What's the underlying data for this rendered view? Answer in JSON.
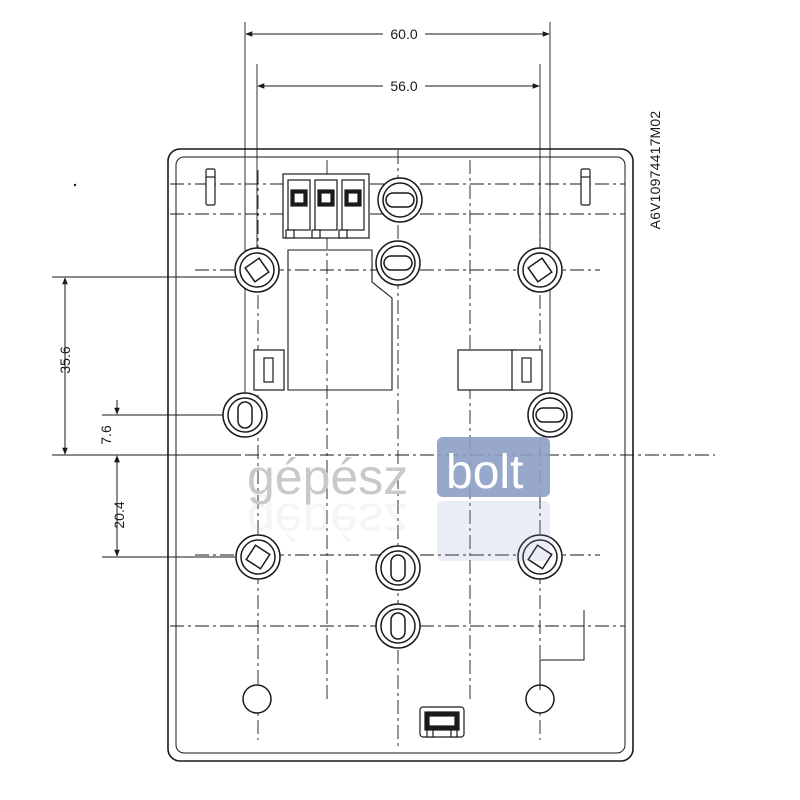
{
  "dimensions": {
    "top_outer": "60.0",
    "top_inner": "56.0",
    "left_upper": "35.6",
    "left_small": "7.6",
    "left_lower": "20.4"
  },
  "drawing_code": "A6V10974417M02",
  "watermark": {
    "text_gray": "gépész",
    "text_blue": "bolt",
    "gray_color": "#c8c8c8",
    "blue_color": "#8d9fc4"
  },
  "colors": {
    "line": "#1a1a1a",
    "background": "#ffffff"
  }
}
